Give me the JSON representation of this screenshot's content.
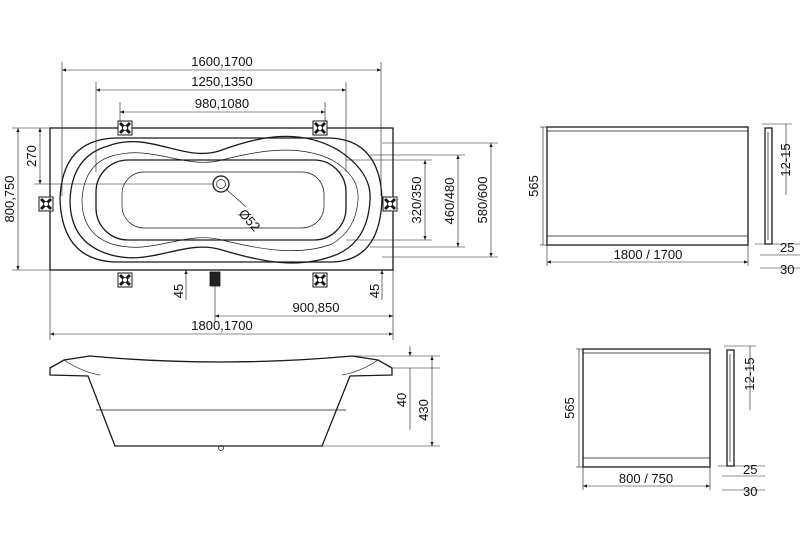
{
  "plan_view": {
    "dim_1600_1700": "1600,1700",
    "dim_1250_1350": "1250,1350",
    "dim_980_1080": "980,1080",
    "dim_270": "270",
    "dim_800_750": "800,750",
    "dim_diameter": "Ø52",
    "dim_320_350": "320/350",
    "dim_460_480": "460/480",
    "dim_580_600": "580/600",
    "dim_45_left": "45",
    "dim_45_right": "45",
    "dim_900_850": "900,850",
    "dim_1800_1700": "1800,1700"
  },
  "side_view": {
    "dim_40": "40",
    "dim_430": "430"
  },
  "front_panel": {
    "height": "565",
    "width": "1800 / 1700",
    "side_top": "12-15",
    "side_25": "25",
    "side_30": "30"
  },
  "end_panel": {
    "height": "565",
    "width": "800 / 750",
    "side_top": "12-15",
    "side_25": "25",
    "side_30": "30"
  }
}
